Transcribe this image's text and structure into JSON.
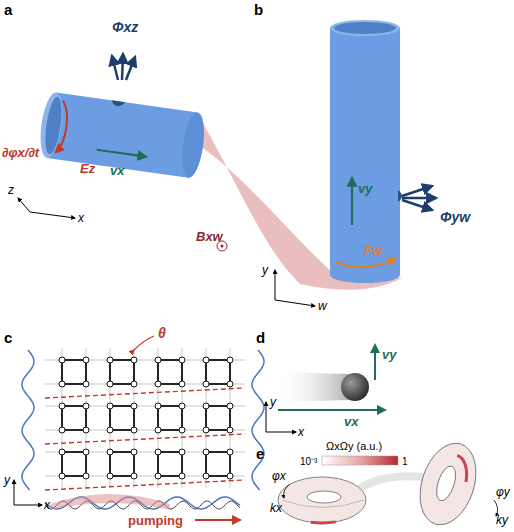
{
  "diagram": {
    "labels": [
      "a",
      "b",
      "Φxz",
      "∂φx/∂t",
      "Ez",
      "vx",
      "z",
      "x",
      "Bxw",
      "y",
      "w",
      "vy",
      "Φyw",
      "Fw",
      "c",
      "θ",
      "y",
      "x",
      "pumping",
      "d",
      "y",
      "x",
      "vx",
      "vy",
      "e",
      "ΩxΩy (a.u.)",
      "10⁻³",
      "1",
      "φx",
      "kx",
      "φy",
      "ky"
    ]
  }
}
